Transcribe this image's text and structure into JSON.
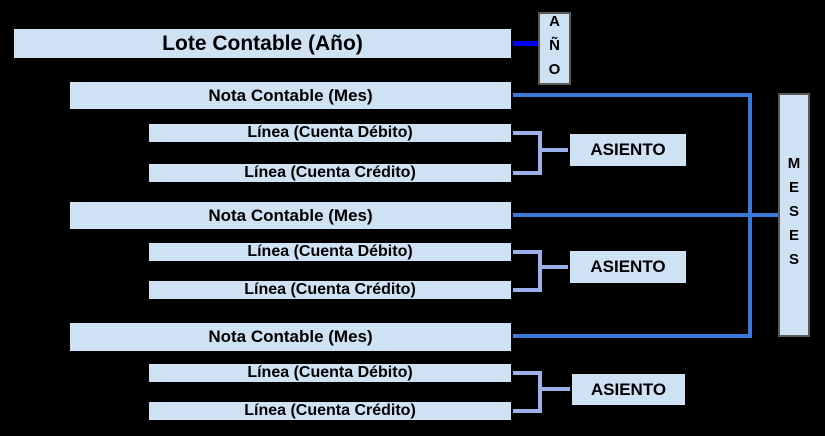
{
  "colors": {
    "background": "#000000",
    "box_fill": "#cfe2f3",
    "box_border": "#000000",
    "tag_border": "#595959",
    "year_connector": "#0000ee",
    "month_connector": "#3c78d8",
    "asiento_connector": "#9cb0ea"
  },
  "diagram": {
    "root_label": "Lote Contable (Año)",
    "year_tag": "AÑO",
    "months_tag": "MESES",
    "groups": [
      {
        "nota": "Nota Contable (Mes)",
        "debit": "Línea (Cuenta Débito)",
        "credit": "Línea (Cuenta Crédito)",
        "asiento": "ASIENTO"
      },
      {
        "nota": "Nota Contable (Mes)",
        "debit": "Línea (Cuenta Débito)",
        "credit": "Línea (Cuenta Crédito)",
        "asiento": "ASIENTO"
      },
      {
        "nota": "Nota Contable (Mes)",
        "debit": "Línea (Cuenta Débito)",
        "credit": "Línea (Cuenta Crédito)",
        "asiento": "ASIENTO"
      }
    ]
  }
}
